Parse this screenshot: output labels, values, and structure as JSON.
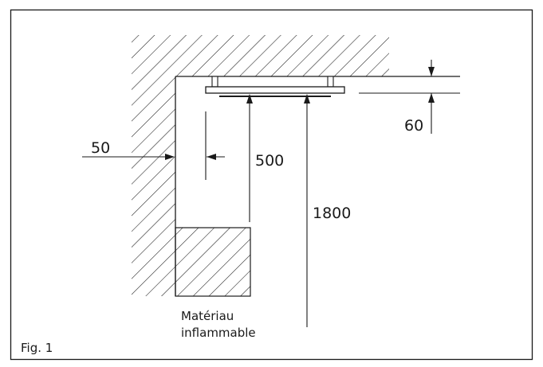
{
  "figure": {
    "caption": "Fig. 1",
    "dimensions": {
      "side_clearance": "50",
      "heater_height": "60",
      "material_clearance": "500",
      "mount_height": "1800"
    },
    "material_label": {
      "line1": "Matériau",
      "line2": "inflammable"
    }
  }
}
